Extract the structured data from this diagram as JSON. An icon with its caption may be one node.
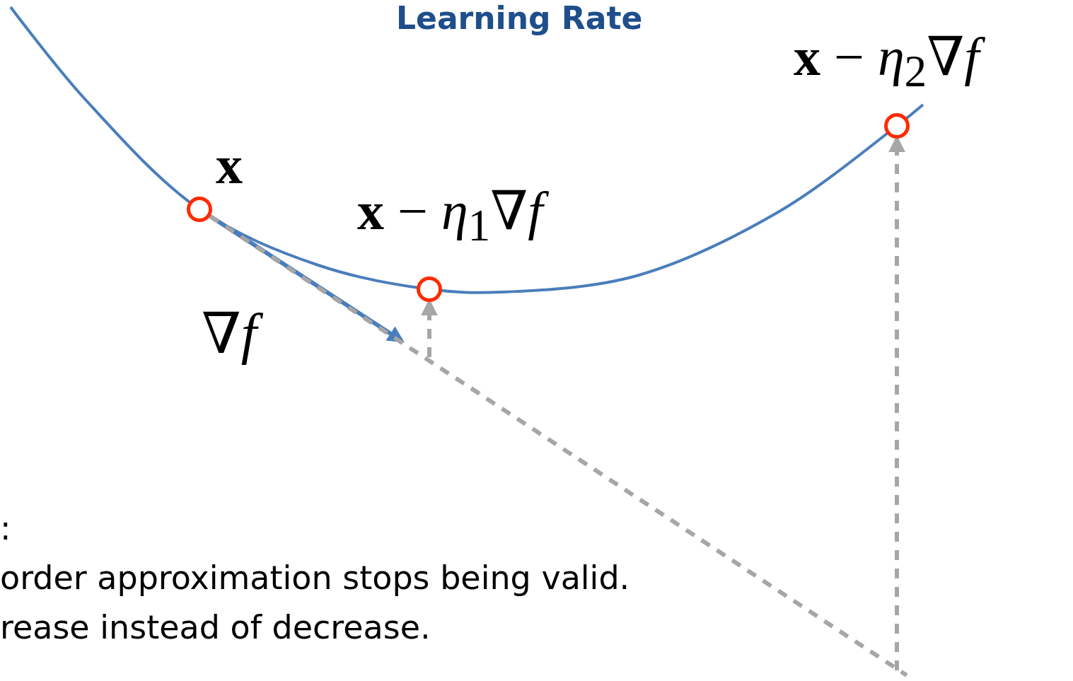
{
  "diagram": {
    "title": "Learning Rate",
    "nodes": [
      {
        "text": [],
        "shape": "circle",
        "beside": [
          "**x**"
        ]
      },
      {
        "text": [],
        "shape": "circle",
        "beside": [
          "**x** − *η*$_{1}$∇*f*"
        ]
      },
      {
        "text": [],
        "shape": "circle",
        "beside": [
          "**x** − *η*$_{2}$∇*f*"
        ]
      }
    ],
    "edges": [
      {
        "from": 0,
        "to": null,
        "arrow": "to",
        "label": "∇*f*",
        "color": "#4a7ebb"
      },
      {
        "from": 0,
        "to": null,
        "arrow": "none",
        "style": "dashed",
        "color": "#a6a6a6"
      },
      {
        "from": null,
        "to": 1,
        "arrow": "to",
        "style": "dashed",
        "color": "#a6a6a6"
      },
      {
        "from": null,
        "to": 2,
        "arrow": "to",
        "style": "dashed",
        "color": "#a6a6a6"
      }
    ],
    "labels": [
      ":",
      "order approximation stops being valid.",
      "rease instead of decrease."
    ]
  }
}
